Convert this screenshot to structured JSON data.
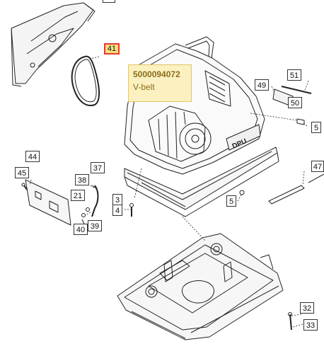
{
  "callouts": {
    "c41": "41",
    "c44": "44",
    "c45": "45",
    "c38": "38",
    "c37": "37",
    "c21": "21",
    "c40": "40",
    "c39": "39",
    "c3": "3",
    "c4": "4",
    "c49": "49",
    "c51": "51",
    "c50": "50",
    "c5a": "5",
    "c5b": "5",
    "c47": "47",
    "c32": "32",
    "c33": "33"
  },
  "tooltip": {
    "part_number": "5000094072",
    "description": "V-belt"
  },
  "brand_text": "DPU",
  "colors": {
    "highlight_fill": "#f7e27a",
    "highlight_border": "#e53935",
    "tooltip_fill": "#fbf0bf",
    "tooltip_text": "#8a6d1d"
  }
}
